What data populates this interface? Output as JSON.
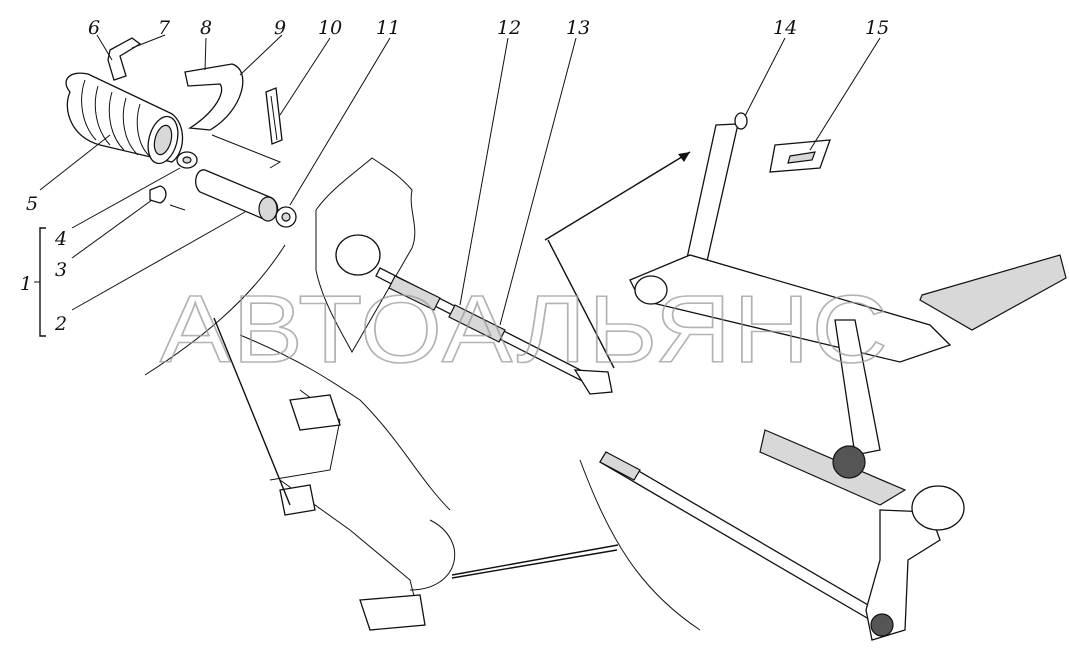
{
  "diagram": {
    "labels": [
      "6",
      "7",
      "8",
      "9",
      "10",
      "11",
      "12",
      "13",
      "14",
      "15",
      "5",
      "4",
      "3",
      "2",
      "1"
    ],
    "watermark": "АВТОАЛЬЯНС"
  }
}
